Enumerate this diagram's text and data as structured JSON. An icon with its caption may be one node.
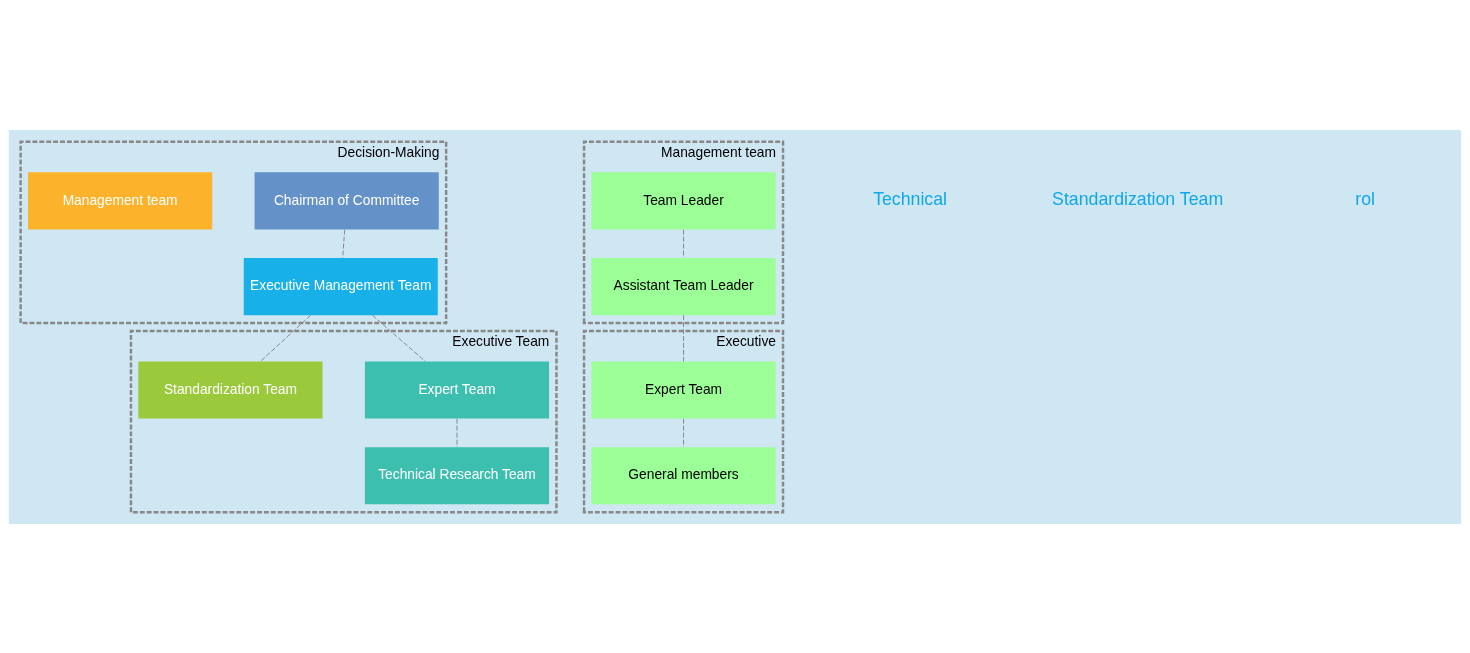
{
  "diagram": {
    "nodes": [
      {
        "text": [
          "Decision-Making"
        ]
      },
      {
        "text": [
          "Chairman of Committee"
        ],
        "in": 0
      },
      {
        "text": [
          "Executive Management Team"
        ],
        "in": 0
      },
      {
        "text": [
          "Management team"
        ],
        "in": 0
      },
      {
        "text": [
          "Executive Team"
        ]
      },
      {
        "text": [
          "Expert Team"
        ],
        "in": 4
      },
      {
        "text": [
          "Standardization Team"
        ],
        "in": 4
      },
      {
        "text": [
          "Technical Research Team"
        ],
        "in": 4
      },
      {
        "text": [
          "Management team"
        ]
      },
      {
        "text": [
          "Team Leader"
        ],
        "in": 8
      },
      {
        "text": [
          "Assistant Team Leader"
        ],
        "in": 8
      },
      {
        "text": [
          "Executive"
        ]
      },
      {
        "text": [
          "Expert Team"
        ],
        "in": 11
      },
      {
        "text": [
          "General members"
        ],
        "in": 11
      }
    ],
    "edges": [
      {
        "from": 1,
        "to": 2,
        "arrow": "none"
      },
      {
        "from": 2,
        "to": 5,
        "arrow": "none"
      },
      {
        "from": 2,
        "to": 6,
        "arrow": "none"
      },
      {
        "from": 5,
        "to": 7,
        "arrow": "none"
      },
      {
        "from": 9,
        "to": 10,
        "arrow": "none"
      },
      {
        "from": 10,
        "to": 12,
        "arrow": "none"
      },
      {
        "from": 12,
        "to": 13,
        "arrow": "none"
      }
    ],
    "labels": [
      "Technical",
      "Standardization Team",
      "rol"
    ]
  }
}
